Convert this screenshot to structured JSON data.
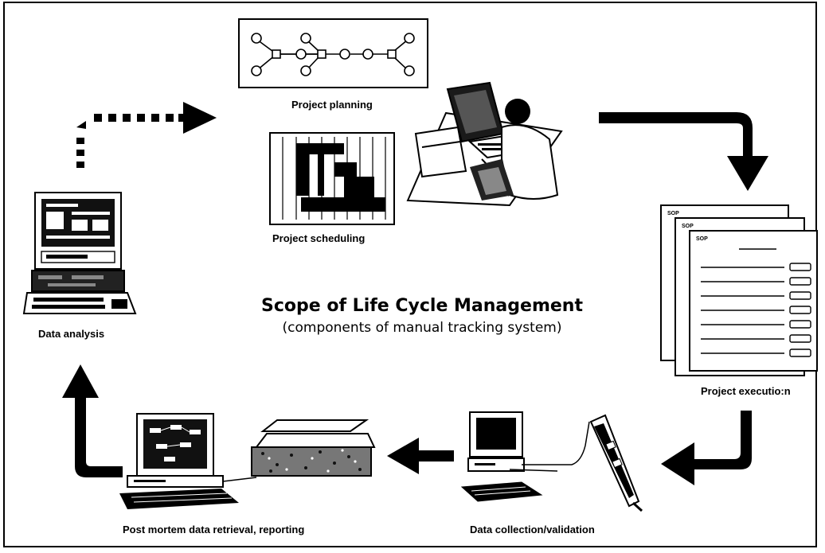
{
  "diagram": {
    "title": "Scope of Life Cycle Management",
    "subtitle": "(components of manual tracking system)"
  },
  "stages": {
    "planning": "Project planning",
    "scheduling": "Project scheduling",
    "execution": "Project executio:n",
    "collection": "Data collection/validation",
    "reporting": "Post mortem data retrieval, reporting",
    "analysis": "Data analysis"
  },
  "sop_label": "SOP"
}
